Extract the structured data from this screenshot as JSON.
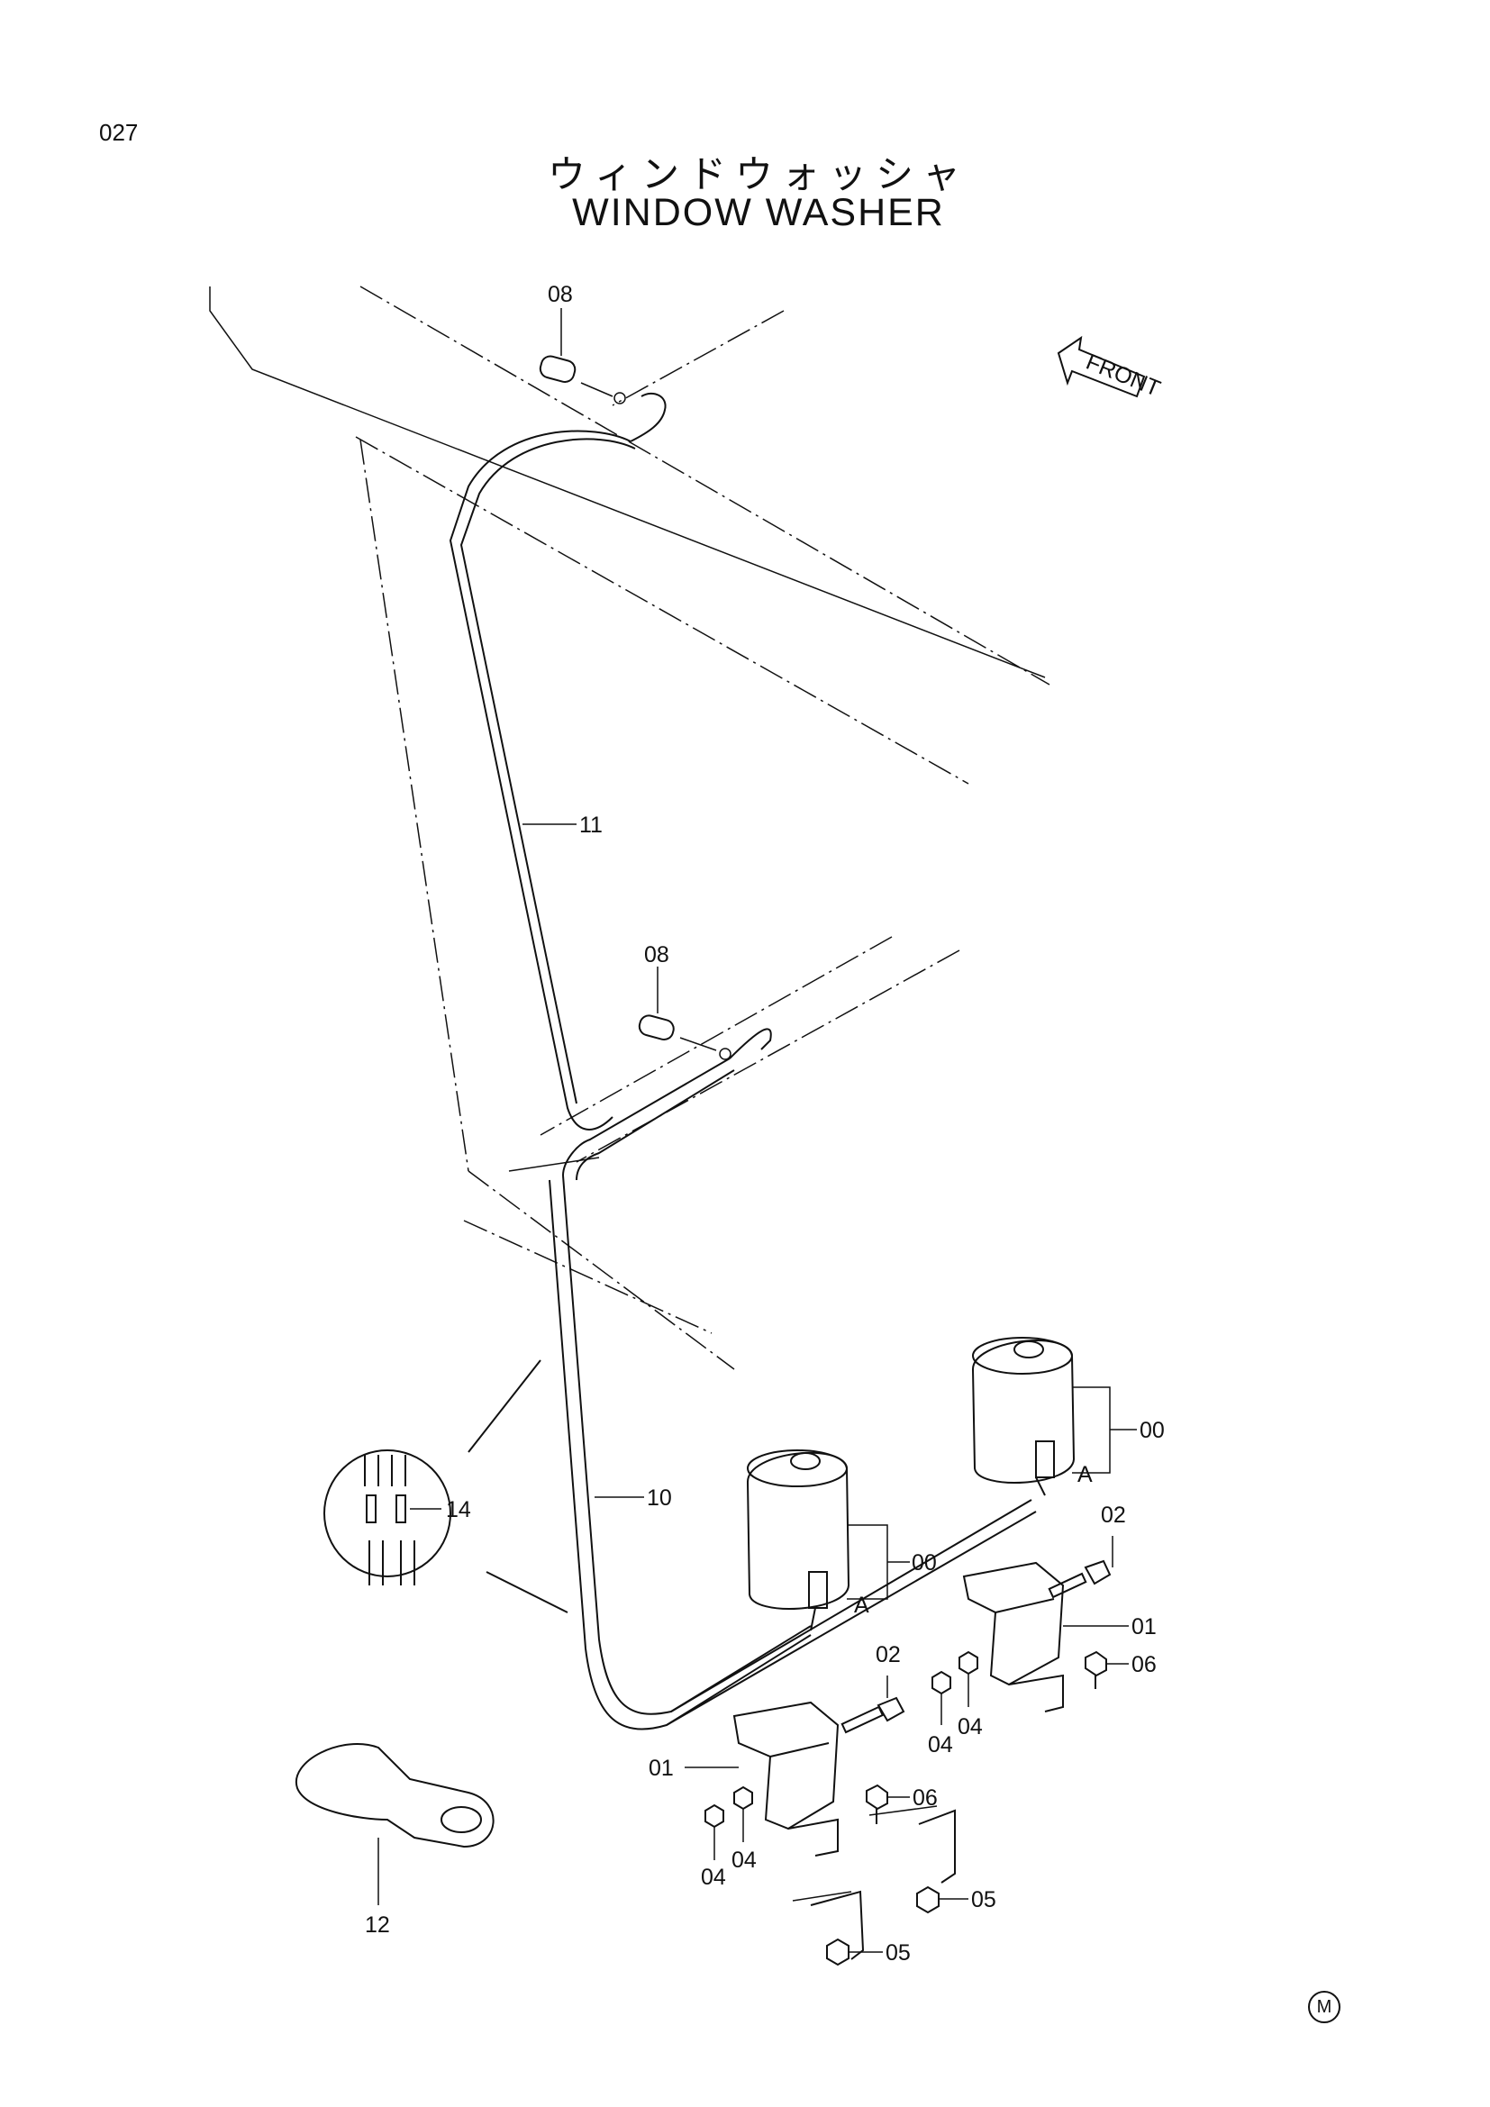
{
  "page": {
    "number": "027",
    "title_jp": "ウィンドウォッシャ",
    "title_en": "WINDOW WASHER",
    "front_label": "FRONT",
    "mark": "M"
  },
  "callouts": {
    "c08_top": "08",
    "c11": "11",
    "c08_mid": "08",
    "c14": "14",
    "c10": "10",
    "c00_right": "00",
    "c00_left": "00",
    "a_right": "A",
    "a_left": "A",
    "c02_right": "02",
    "c01_right": "01",
    "c06_right": "06",
    "c04_right_a": "04",
    "c04_right_b": "04",
    "c02_left": "02",
    "c01_left": "01",
    "c06_left": "06",
    "c04_left_a": "04",
    "c04_left_b": "04",
    "c05_right": "05",
    "c05_left": "05",
    "c12": "12"
  }
}
